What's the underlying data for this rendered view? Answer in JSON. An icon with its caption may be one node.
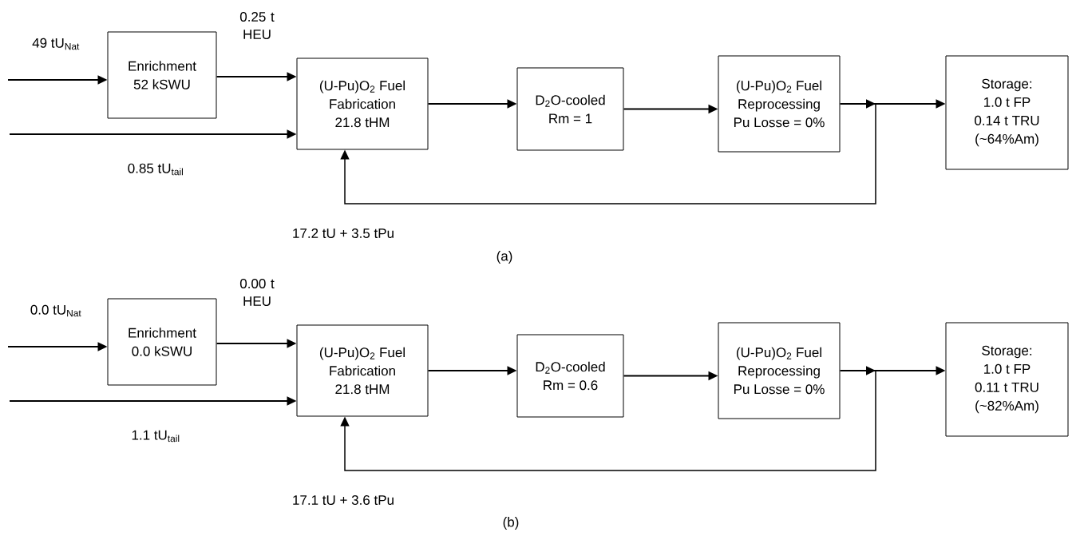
{
  "diagram": {
    "nodes": [
      {
        "text": [
          "Enrichment",
          "52 kSWU"
        ]
      },
      {
        "text": [
          "(U-Pu)O$_{2}$ Fuel",
          "Fabrication",
          "21.8 tHM"
        ]
      },
      {
        "text": [
          "D$_{2}$O-cooled",
          "Rm = 1"
        ]
      },
      {
        "text": [
          "(U-Pu)O$_{2}$ Fuel",
          "Reprocessing",
          "Pu Losse = 0%"
        ]
      },
      {
        "text": [
          "Storage:",
          "1.0 t FP",
          "0.14 t TRU",
          "(~64%Am)"
        ]
      },
      {
        "text": [
          "Enrichment",
          "0.0 kSWU"
        ]
      },
      {
        "text": [
          "(U-Pu)O$_{2}$ Fuel",
          "Fabrication",
          "21.8 tHM"
        ]
      },
      {
        "text": [
          "D$_{2}$O-cooled",
          "Rm = 0.6"
        ]
      },
      {
        "text": [
          "(U-Pu)O$_{2}$ Fuel",
          "Reprocessing",
          "Pu Losse = 0%"
        ]
      },
      {
        "text": [
          "Storage:",
          "1.0 t FP",
          "0.11 t TRU",
          "(~82%Am)"
        ]
      }
    ],
    "edges": [
      {
        "from": null,
        "to": 0,
        "arrow": "to",
        "label": "49 tU$_{Nat}$"
      },
      {
        "from": 0,
        "to": 1,
        "arrow": "to",
        "label": "0.25 t HEU"
      },
      {
        "from": null,
        "to": 1,
        "arrow": "to",
        "label": "0.85 tU$_{tail}$"
      },
      {
        "from": 1,
        "to": 2,
        "arrow": "to"
      },
      {
        "from": 2,
        "to": 3,
        "arrow": "to"
      },
      {
        "from": 3,
        "to": 4,
        "arrow": "to"
      },
      {
        "from": 3,
        "to": 1,
        "arrow": "to",
        "label": "17.2 tU + 3.5 tPu"
      },
      {
        "from": null,
        "to": 5,
        "arrow": "to",
        "label": "0.0 tU$_{Nat}$"
      },
      {
        "from": 5,
        "to": 6,
        "arrow": "to",
        "label": "0.00 t HEU"
      },
      {
        "from": null,
        "to": 6,
        "arrow": "to",
        "label": "1.1 tU$_{tail}$"
      },
      {
        "from": 6,
        "to": 7,
        "arrow": "to"
      },
      {
        "from": 7,
        "to": 8,
        "arrow": "to"
      },
      {
        "from": 8,
        "to": 9,
        "arrow": "to"
      },
      {
        "from": 8,
        "to": 6,
        "arrow": "to",
        "label": "17.1 tU + 3.6 tPu"
      }
    ],
    "labels": [
      "(a)",
      "(b)"
    ]
  }
}
